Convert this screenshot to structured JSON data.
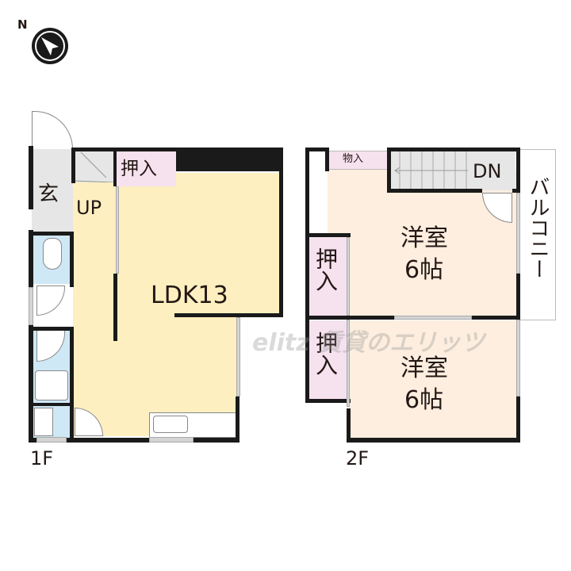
{
  "compass": {
    "label": "N",
    "icon": "north-arrow-icon"
  },
  "floors": {
    "first": {
      "label": "1F",
      "rooms": {
        "ldk": "LDK13",
        "genkan": "玄",
        "oshiire": "押入",
        "stairs": "UP"
      }
    },
    "second": {
      "label": "2F",
      "rooms": {
        "youshitsu_upper": {
          "name": "洋室",
          "size": "6帖"
        },
        "youshitsu_lower": {
          "name": "洋室",
          "size": "6帖"
        },
        "oshiire_upper": "押入",
        "oshiire_lower": "押入",
        "monoire": "物入",
        "stairs": "DN",
        "balcony": "バルコニー"
      }
    }
  },
  "watermark": "elitz 賃貸のエリッツ",
  "colors": {
    "wall": "#1a1a1a",
    "ldk": "#fdefc0",
    "western_room": "#fdeedf",
    "closet": "#f6e1ee",
    "wet_area": "#cfe8f5",
    "entry": "#e6e6e6"
  }
}
